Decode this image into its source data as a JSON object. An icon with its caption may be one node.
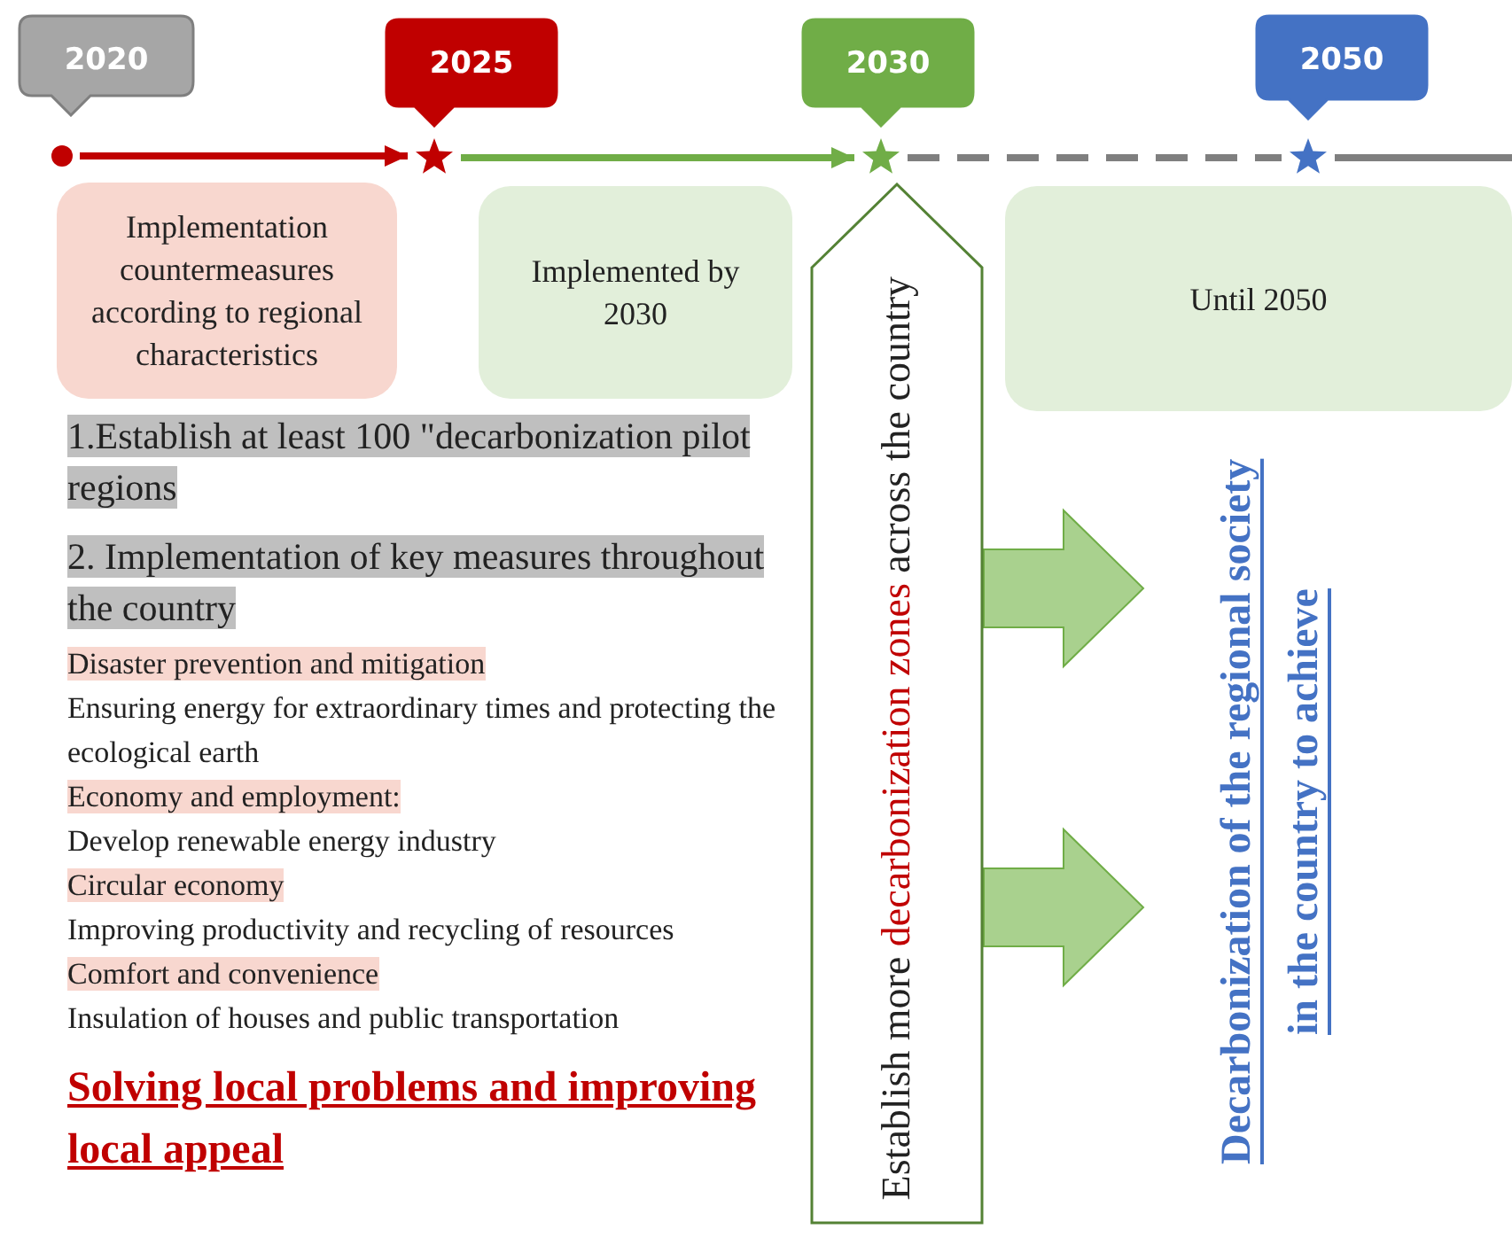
{
  "diagram": {
    "nodes": [
      {
        "text": [
          "2020"
        ]
      },
      {
        "text": [],
        "shape": "circle"
      },
      {
        "text": [
          "2025"
        ]
      },
      {
        "text": [],
        "shape": "star"
      },
      {
        "text": [
          "2030"
        ]
      },
      {
        "text": [],
        "shape": "star"
      },
      {
        "text": [
          "2050"
        ]
      },
      {
        "text": [],
        "shape": "star"
      },
      {
        "text": [
          "Implementation countermeasures according to regional characteristics"
        ]
      },
      {
        "text": [
          "Implemented by 2030"
        ]
      },
      {
        "text": [
          "Establish more **decarbonization zones** across the country"
        ]
      },
      {
        "text": [
          "Until 2050"
        ]
      },
      {
        "text": [
          "Decarbonization of the regional society in the country to achieve"
        ]
      }
    ],
    "edges": [
      {
        "from": 1,
        "to": 3,
        "arrow": "to",
        "color": "#c00000"
      },
      {
        "from": 3,
        "to": 5,
        "arrow": "to",
        "color": "#70ad47"
      },
      {
        "from": 5,
        "to": 7,
        "arrow": "none",
        "style": "dashed",
        "color": "#7f7f7f"
      },
      {
        "from": 7,
        "to": null,
        "arrow": "none",
        "color": "#7f7f7f"
      },
      {
        "from": 10,
        "to": 12,
        "arrow": "to",
        "style": "thick",
        "color": "#a9d18e"
      },
      {
        "from": 10,
        "to": 12,
        "arrow": "to",
        "style": "thick",
        "color": "#a9d18e"
      }
    ],
    "labels": [
      "1.Establish at least 100 \"decarbonization pilot regions",
      "2. Implementation of key measures throughout the country",
      "Disaster prevention and mitigation",
      "Ensuring energy for extraordinary times and protecting the ecological earth",
      "Economy and employment:",
      "Develop renewable energy industry",
      "Circular economy",
      "Improving productivity and recycling of resources",
      "Comfort and convenience",
      "Insulation of houses and public transportation",
      "Solving local problems and improving local appeal"
    ]
  }
}
